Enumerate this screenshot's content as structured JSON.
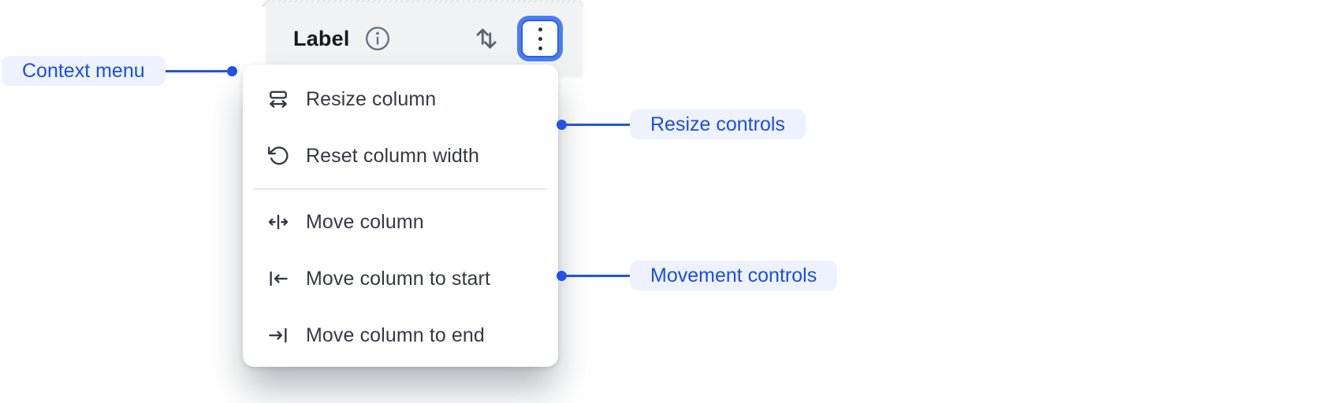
{
  "colors": {
    "accent_blue": "#2153E3",
    "annotation_pill_bg": "#EDF2FE",
    "annotation_text": "#1D4EE0",
    "header_bg": "#F1F2F3",
    "menu_bg": "#FFFFFF",
    "menu_text": "#343A44",
    "focus_ring_outer": "#4C7DF2",
    "focus_ring_border": "#2A62E8"
  },
  "column_header": {
    "title": "Label",
    "icons": [
      "info-icon",
      "sort-vertical-icon",
      "kebab-menu-icon"
    ]
  },
  "context_menu": {
    "sections": [
      {
        "name": "resize-controls",
        "items": [
          {
            "label": "Resize column",
            "icon": "resize-column-icon"
          },
          {
            "label": "Reset column width",
            "icon": "reset-column-width-icon"
          }
        ]
      },
      {
        "name": "movement-controls",
        "items": [
          {
            "label": "Move column",
            "icon": "move-column-icon"
          },
          {
            "label": "Move column to start",
            "icon": "move-column-to-start-icon"
          },
          {
            "label": "Move column to end",
            "icon": "move-column-to-end-icon"
          }
        ]
      }
    ]
  },
  "annotations": [
    {
      "label": "Context menu",
      "side": "left",
      "points_to": "context-menu"
    },
    {
      "label": "Resize controls",
      "side": "right",
      "points_to": "resize-section"
    },
    {
      "label": "Movement controls",
      "side": "right",
      "points_to": "movement-section"
    }
  ]
}
